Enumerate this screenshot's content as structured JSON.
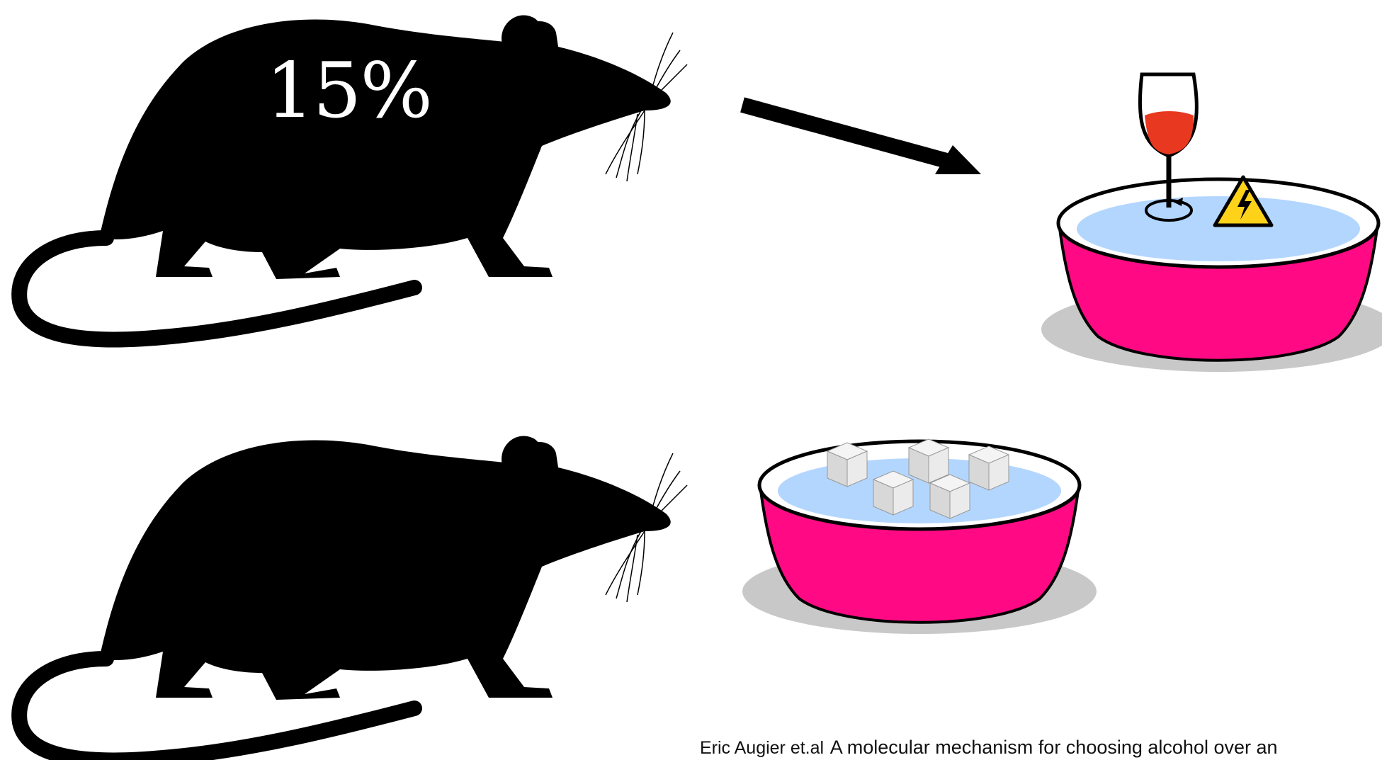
{
  "labels": {
    "concentration": "15%"
  },
  "citation": {
    "author": "Eric Augier et.al",
    "title": "A molecular mechanism for choosing alcohol over an"
  },
  "icons": {
    "top_subject": "rat-silhouette-icon",
    "bottom_subject": "rat-silhouette-icon",
    "arrow": "arrow-right-down-icon",
    "top_bowl": "bowl-with-wine-and-shock-icon",
    "bottom_bowl": "bowl-with-sugar-cubes-icon"
  },
  "colors": {
    "silhouette": "#000000",
    "bowl": "#ff0a84",
    "liquid": "#b3d6ff",
    "wine": "#e8381f",
    "warning": "#ffd21a"
  }
}
